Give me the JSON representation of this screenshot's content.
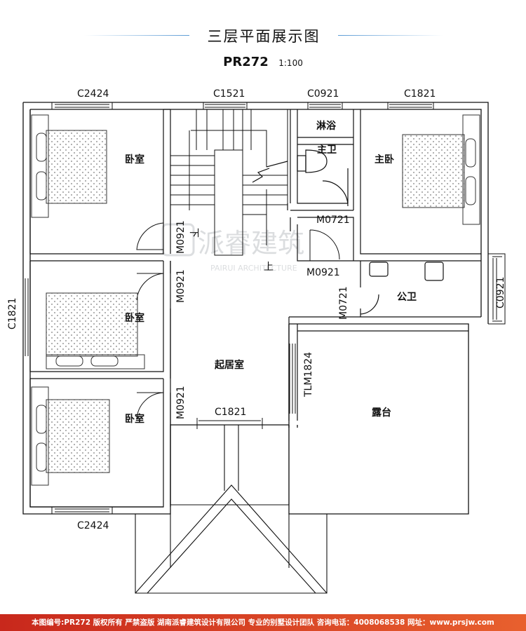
{
  "header": {
    "title": "三层平面展示图",
    "plan_code": "PR272",
    "scale": "1:100"
  },
  "rooms": {
    "bedroom_top_left": "卧室",
    "bedroom_middle_left": "卧室",
    "bedroom_bottom_left": "卧室",
    "shower": "淋浴",
    "master_bath": "主卫",
    "master_bedroom": "主卧",
    "public_bath": "公卫",
    "living_room": "起居室",
    "terrace": "露台"
  },
  "stairs": {
    "down_label": "下",
    "up_label": "上"
  },
  "openings": {
    "window_top_left": "C2424",
    "window_top_stair": "C1521",
    "window_top_bath": "C0921",
    "window_top_master": "C1821",
    "window_left_middle": "C1821",
    "window_right_bath": "C0921",
    "window_living": "C1821",
    "window_bottom_left": "C2424",
    "door_top_left_bedroom": "M0921",
    "door_middle_left_bedroom": "M0921",
    "door_bottom_left_bedroom": "M0921",
    "door_master_bath": "M0721",
    "door_master_bedroom": "M0921",
    "door_public_bath": "M0721",
    "sliding_door_terrace": "TLM1824"
  },
  "watermark": {
    "brand": "派睿建筑",
    "brand_en": "PAIRUI ARCHITECTURE"
  },
  "footer": {
    "text": "本图编号:PR272 版权所有 严禁盗版 湖南派睿建筑设计有限公司 专业的别墅设计团队 咨询电话：4008068538 网址：www.prsjw.com"
  },
  "colors": {
    "footer_bg": "#e04a2a",
    "title_line": "#5b9bd5",
    "wall": "#111111"
  }
}
